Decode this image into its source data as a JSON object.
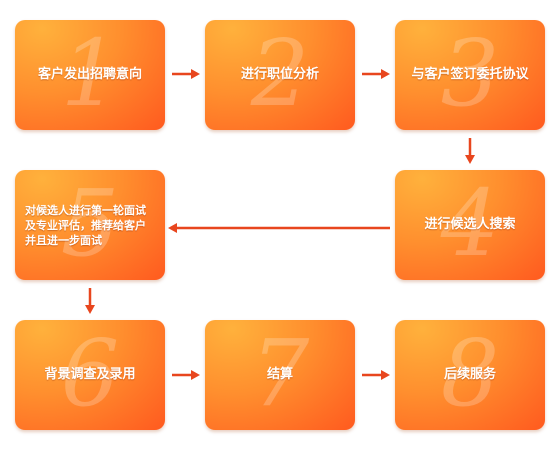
{
  "steps": [
    {
      "num": "1",
      "label": "客户发出招聘意向"
    },
    {
      "num": "2",
      "label": "进行职位分析"
    },
    {
      "num": "3",
      "label": "与客户签订委托协议"
    },
    {
      "num": "4",
      "label": "进行候选人搜索"
    },
    {
      "num": "5",
      "label_lines": [
        "对候选人进行第一轮面试",
        "及专业评估，推荐给客户",
        "并且进一步面试"
      ]
    },
    {
      "num": "6",
      "label": "背景调查及录用"
    },
    {
      "num": "7",
      "label": "结算"
    },
    {
      "num": "8",
      "label": "后续服务"
    }
  ],
  "colors": {
    "box_light": "#ffb13c",
    "box_dark": "#ff5a1f",
    "arrow": "#e8461e",
    "text": "#ffffff"
  }
}
